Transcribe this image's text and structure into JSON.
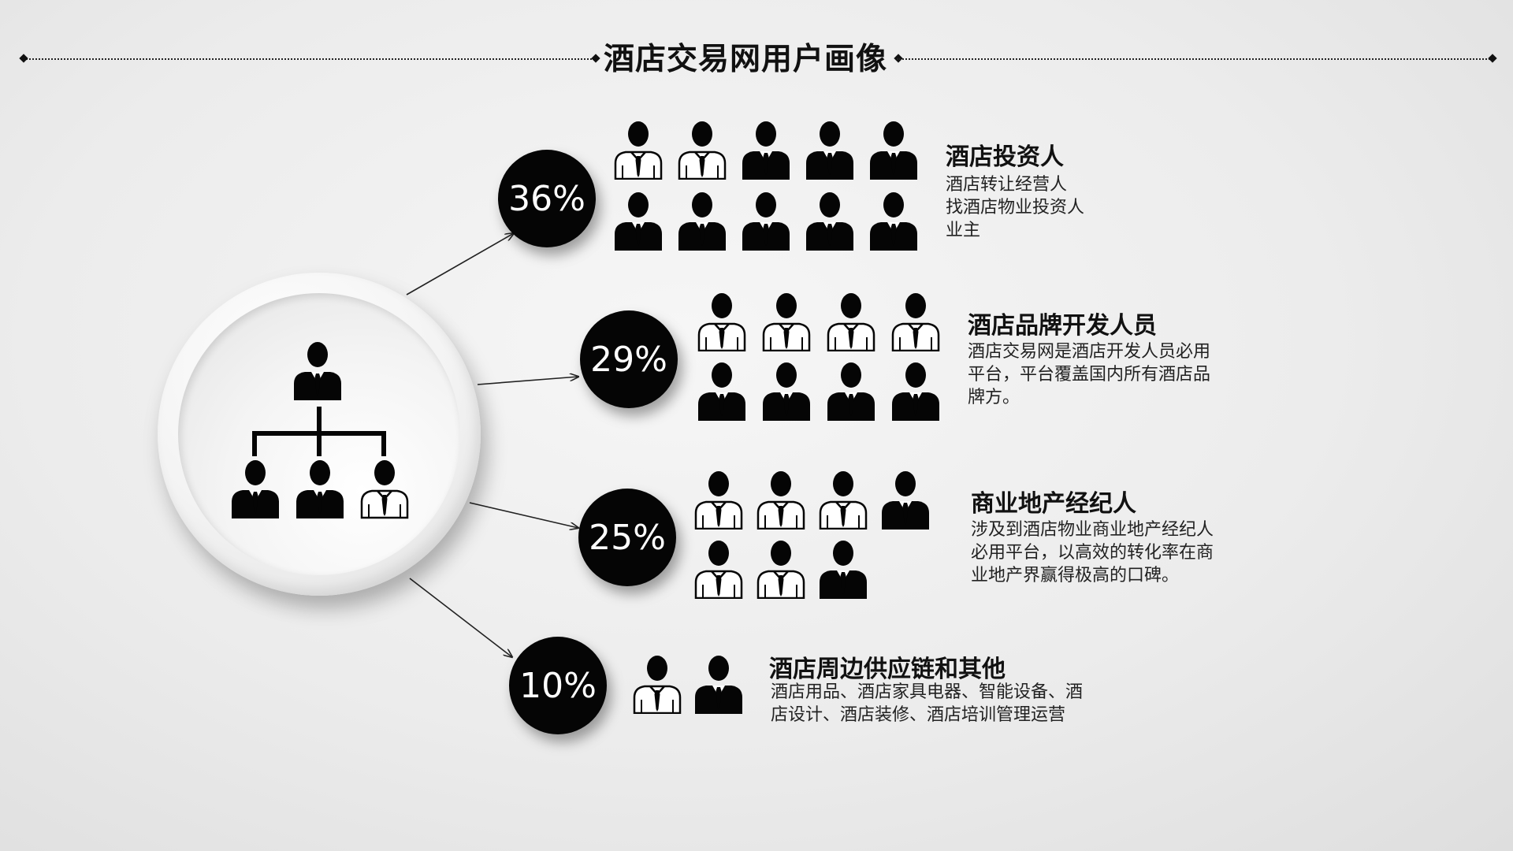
{
  "title": "酒店交易网用户画像",
  "categories": [
    {
      "percent": "36%",
      "title": "酒店投资人",
      "description": "酒店转让经营人\n找酒店物业投资人\n业主",
      "icons": [
        "shirt",
        "shirt",
        "suit",
        "suit",
        "suit",
        "suit",
        "suit",
        "suit",
        "suit",
        "suit"
      ]
    },
    {
      "percent": "29%",
      "title": "酒店品牌开发人员",
      "description": "酒店交易网是酒店开发人员必用\n平台，平台覆盖国内所有酒店品\n牌方。",
      "icons": [
        "shirt",
        "shirt",
        "shirt",
        "shirt",
        "suit",
        "suit",
        "suit",
        "suit"
      ]
    },
    {
      "percent": "25%",
      "title": "商业地产经纪人",
      "description": "涉及到酒店物业商业地产经纪人\n必用平台，以高效的转化率在商\n业地产界赢得极高的口碑。",
      "icons": [
        "shirt",
        "shirt",
        "shirt",
        "suit",
        "shirt",
        "shirt",
        "suit"
      ]
    },
    {
      "percent": "10%",
      "title": "酒店周边供应链和其他",
      "description": "酒店用品、酒店家具电器、智能设备、酒\n店设计、酒店装修、酒店培训管理运营",
      "icons": [
        "shirt",
        "suit"
      ]
    }
  ],
  "hub": {
    "icon": "org-chart-icon",
    "people": [
      "suit",
      "suit",
      "suit",
      "shirt"
    ]
  },
  "colors": {
    "ink": "#050505",
    "background": "#ececec"
  }
}
